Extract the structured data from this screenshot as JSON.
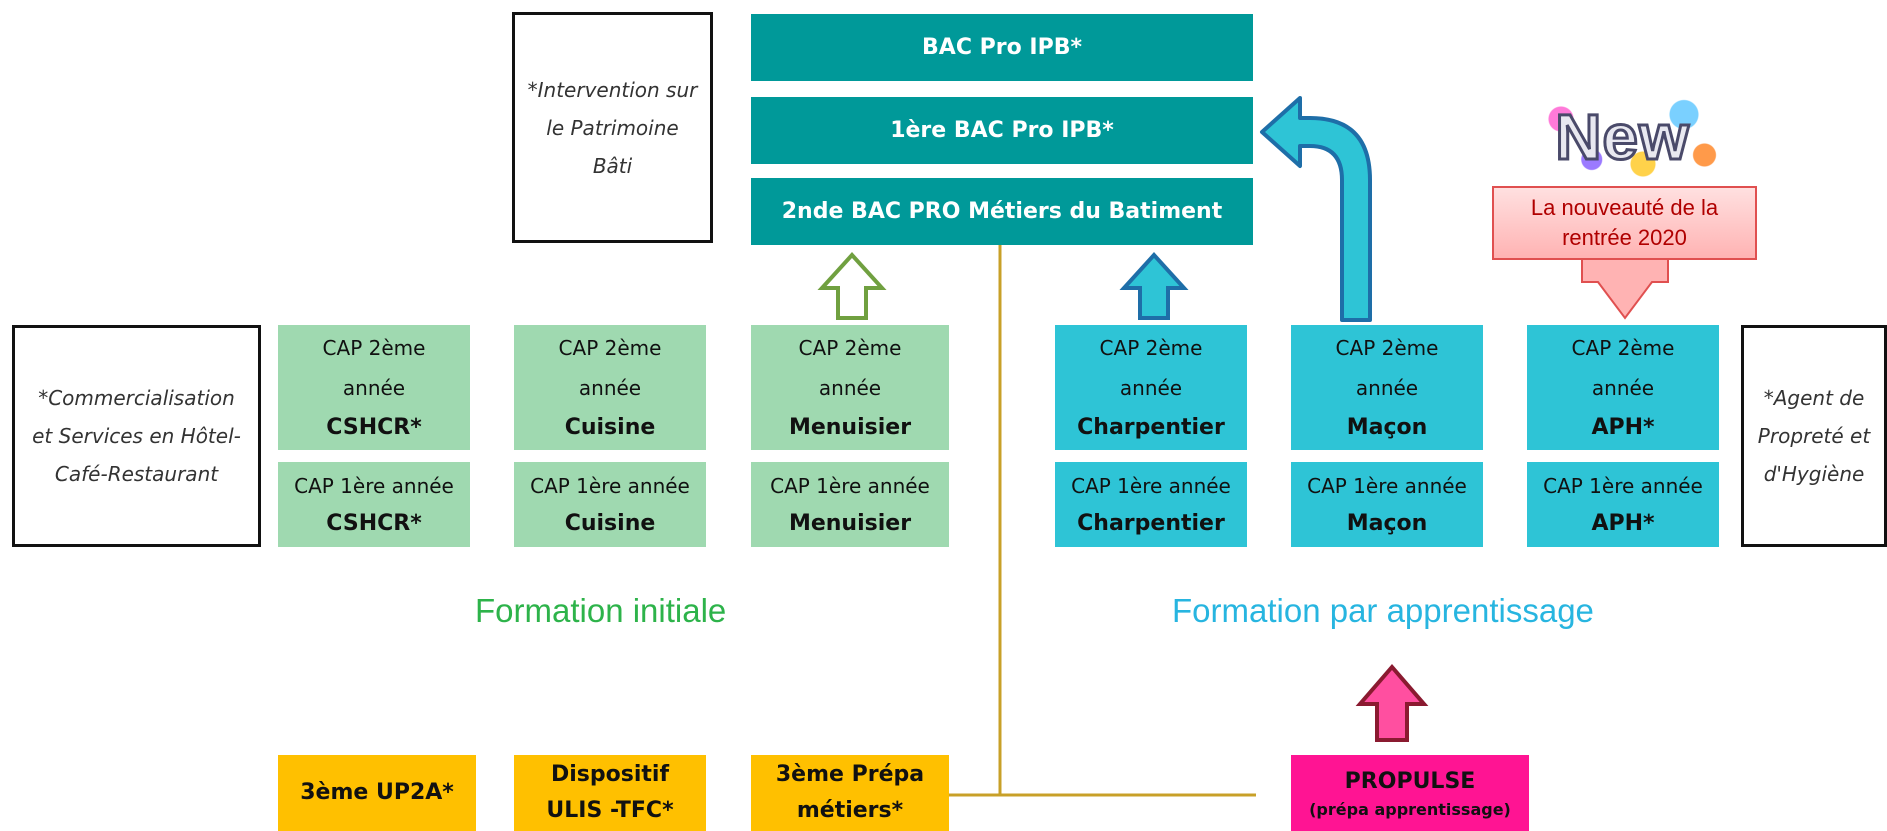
{
  "colors": {
    "teal": "#009999",
    "green": "#9fd9b0",
    "cyan": "#2ec4d6",
    "yellow": "#ffc000",
    "magenta": "#ff1493",
    "section_initial": "#2db34a",
    "section_apprentice": "#27b5e0",
    "connector": "#c8a028"
  },
  "bac": {
    "bac_pro": "BAC Pro IPB*",
    "premiere": "1ère BAC Pro IPB*",
    "seconde": "2nde BAC PRO Métiers du Batiment"
  },
  "notes": {
    "ipb": [
      "*Intervention sur",
      "le Patrimoine",
      "Bâti"
    ],
    "cshcr": [
      "*Commercialisation",
      "et Services en Hôtel-",
      "Café-Restaurant"
    ],
    "aph": [
      "*Agent de",
      "Propreté et",
      "d'Hygiène"
    ]
  },
  "new_badge": {
    "logo_text": "New",
    "callout": [
      "La nouveauté de la",
      "rentrée 2020"
    ]
  },
  "initial": [
    {
      "cap2_line1": "CAP 2ème",
      "cap2_line2": "année",
      "cap1_label": "CAP 1ère année",
      "name": "CSHCR*"
    },
    {
      "cap2_line1": "CAP 2ème",
      "cap2_line2": "année",
      "cap1_label": "CAP 1ère année",
      "name": "Cuisine"
    },
    {
      "cap2_line1": "CAP 2ème",
      "cap2_line2": "année",
      "cap1_label": "CAP 1ère année",
      "name": "Menuisier"
    }
  ],
  "apprentice": [
    {
      "cap2_line1": "CAP 2ème",
      "cap2_line2": "année",
      "cap1_label": "CAP 1ère année",
      "name": "Charpentier"
    },
    {
      "cap2_line1": "CAP 2ème",
      "cap2_line2": "année",
      "cap1_label": "CAP 1ère année",
      "name": "Maçon"
    },
    {
      "cap2_line1": "CAP 2ème",
      "cap2_line2": "année",
      "cap1_label": "CAP 1ère année",
      "name": "APH*"
    }
  ],
  "sections": {
    "initial": "Formation initiale",
    "apprentice": "Formation par apprentissage"
  },
  "entry": {
    "up2a": "3ème UP2A*",
    "ulis_line1": "Dispositif",
    "ulis_line2": "ULIS -TFC*",
    "prepa_line1": "3ème Prépa",
    "prepa_line2": "métiers*",
    "propulse": "PROPULSE",
    "propulse_sub": "(prépa apprentissage)"
  }
}
